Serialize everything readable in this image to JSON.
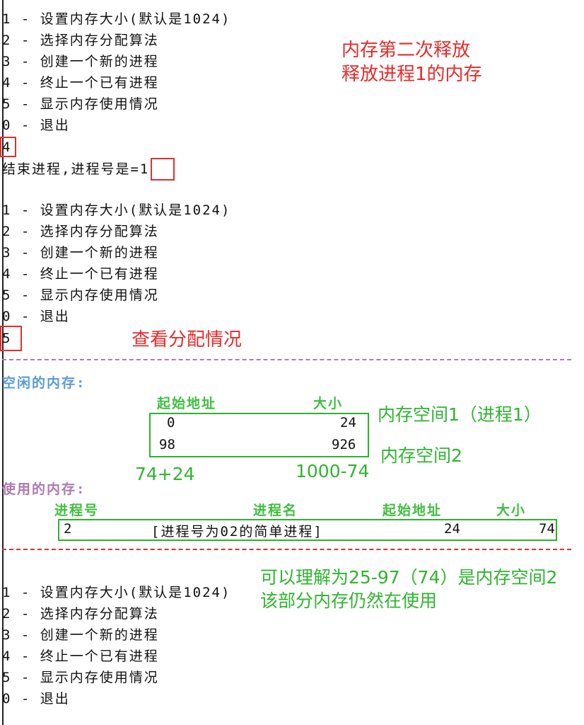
{
  "menu1": [
    "1 - 设置内存大小(默认是1024)",
    "2 - 选择内存分配算法",
    "3 - 创建一个新的进程",
    "4 - 终止一个已有进程",
    "5 - 显示内存使用情况",
    "0 - 退出"
  ],
  "input1": "4",
  "end_prompt": "结束进程,进程号是=1",
  "menu2": [
    "1 - 设置内存大小(默认是1024)",
    "2 - 选择内存分配算法",
    "3 - 创建一个新的进程",
    "4 - 终止一个已有进程",
    "5 - 显示内存使用情况",
    "0 - 退出"
  ],
  "input2": "5",
  "free_section": {
    "title": "空闲的内存:",
    "col_start": "起始地址",
    "col_size": "大小",
    "rows": [
      {
        "start": "0",
        "size": "24"
      },
      {
        "start": "98",
        "size": "926"
      }
    ]
  },
  "used_section": {
    "title": "使用的内存:",
    "col_pid": "进程号",
    "col_name": "进程名",
    "col_start": "起始地址",
    "col_size": "大小",
    "rows": [
      {
        "pid": "2",
        "name": "[进程号为02的简单进程]",
        "start": "24",
        "size": "74"
      }
    ]
  },
  "menu3": [
    "1 - 设置内存大小(默认是1024)",
    "2 - 选择内存分配算法",
    "3 - 创建一个新的进程",
    "4 - 终止一个已有进程",
    "5 - 显示内存使用情况",
    "0 - 退出"
  ],
  "annotations": {
    "top_line1": "内存第二次释放",
    "top_line2": "释放进程1的内存",
    "view_alloc": "查看分配情况",
    "space1": "内存空间1（进程1）",
    "space2": "内存空间2",
    "calc1": "74+24",
    "calc2": "1000-74",
    "note_line1": "可以理解为25-97（74）是内存空间2",
    "note_line2": "该部分内存仍然在使用"
  },
  "colors": {
    "red": "#e82a2a",
    "green": "#2fb52f",
    "blue": "#5b9bd5",
    "purple": "#b079b0"
  }
}
